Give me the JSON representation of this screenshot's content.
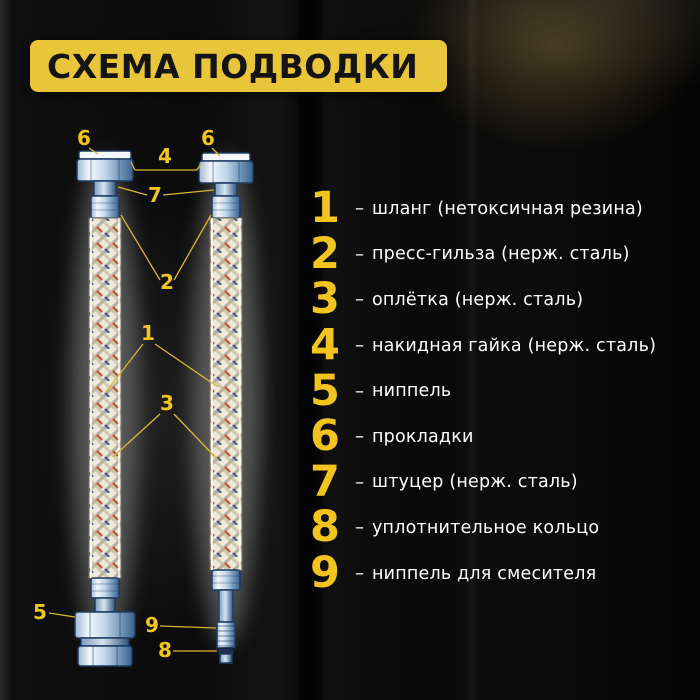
{
  "title": "СХЕМА ПОДВОДКИ",
  "legend_separator": "–",
  "legend": [
    {
      "num": "1",
      "label": "шланг (нетоксичная резина)"
    },
    {
      "num": "2",
      "label": "пресс-гильза (нерж. сталь)"
    },
    {
      "num": "3",
      "label": "оплётка (нерж. сталь)"
    },
    {
      "num": "4",
      "label": "накидная гайка (нерж. сталь)"
    },
    {
      "num": "5",
      "label": "ниппель"
    },
    {
      "num": "6",
      "label": "прокладки"
    },
    {
      "num": "7",
      "label": "штуцер (нерж. сталь)"
    },
    {
      "num": "8",
      "label": "уплотнительное кольцо"
    },
    {
      "num": "9",
      "label": "ниппель для смесителя"
    }
  ],
  "callouts": [
    {
      "num": "6"
    },
    {
      "num": "4"
    },
    {
      "num": "6"
    },
    {
      "num": "7"
    },
    {
      "num": "2"
    },
    {
      "num": "1"
    },
    {
      "num": "3"
    },
    {
      "num": "5"
    },
    {
      "num": "9"
    },
    {
      "num": "8"
    }
  ],
  "colors": {
    "banner_yellow": "#e9c53a",
    "accent_yellow": "#f3c41f",
    "text_white": "#ffffff",
    "background_black": "#0a0a0a",
    "fitting_blue": "#1d3a63"
  }
}
